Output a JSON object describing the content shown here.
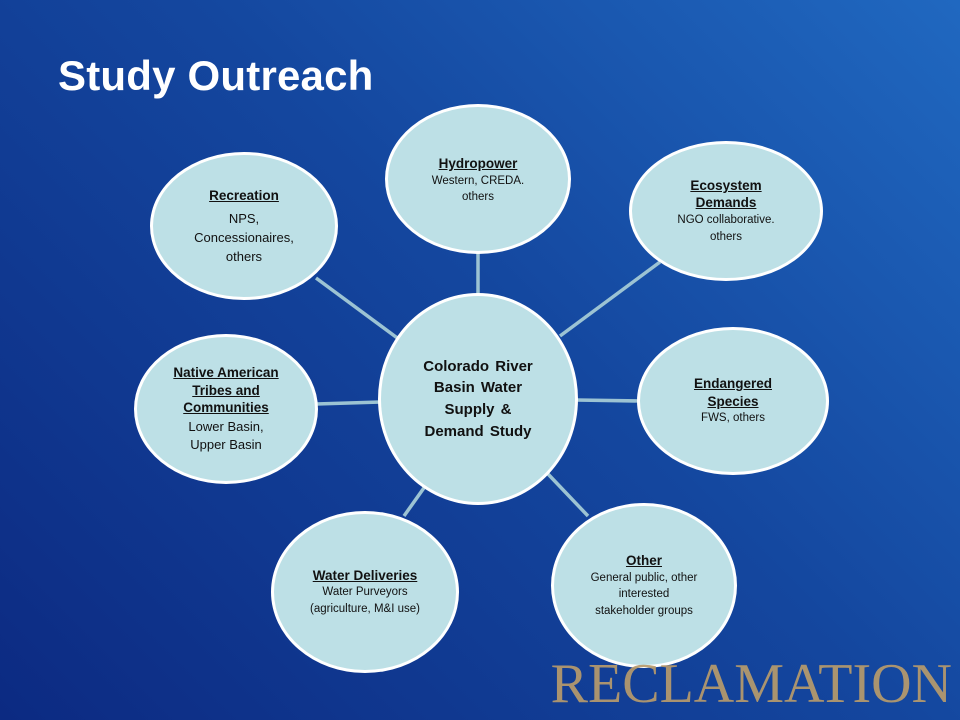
{
  "title": "Study Outreach",
  "center": {
    "line1": "Colorado River",
    "line2": "Basin Water",
    "line3": "Supply &",
    "line4": "Demand Study"
  },
  "nodes": {
    "recreation": {
      "title": "Recreation",
      "line1": "NPS,",
      "line2": "Concessionaires,",
      "line3": "others"
    },
    "hydropower": {
      "title": "Hydropower",
      "line1": "Western, CREDA.",
      "line2": "others"
    },
    "ecosystem": {
      "title1": "Ecosystem",
      "title2": "Demands",
      "line1": "NGO collaborative.",
      "line2": "others"
    },
    "native": {
      "title1": "Native American",
      "title2": "Tribes and",
      "title3": "Communities",
      "line1": "Lower Basin,",
      "line2": "Upper Basin"
    },
    "endangered": {
      "title1": "Endangered",
      "title2": "Species",
      "line1": "FWS, others"
    },
    "water": {
      "title": "Water Deliveries",
      "line1": "Water Purveyors",
      "line2": "(agriculture, M&I use)"
    },
    "other": {
      "title": "Other",
      "line1": "General public, other",
      "line2": "interested",
      "line3": "stakeholder groups"
    }
  },
  "brand": "RECLAMATION",
  "colors": {
    "node_fill": "#bde0e6",
    "node_border": "#ffffff",
    "connector": "#9cc3d3",
    "brand": "#b79b6c"
  }
}
